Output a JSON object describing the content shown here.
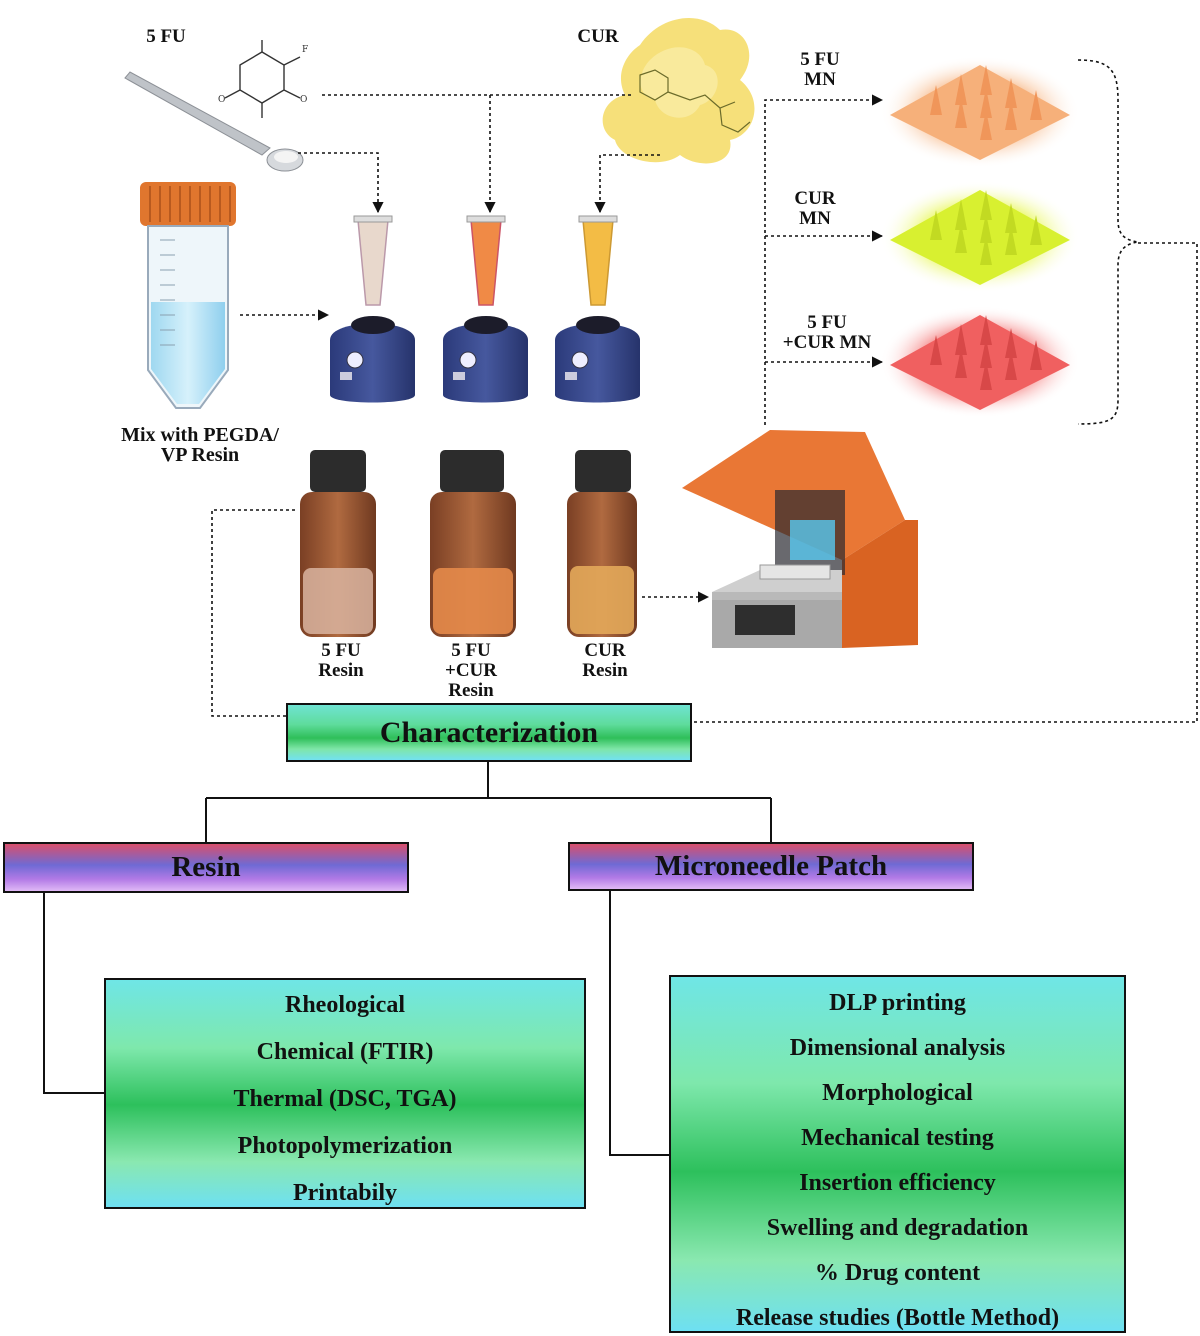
{
  "labels": {
    "five_fu": "5 FU",
    "cur": "CUR",
    "mix_line1": "Mix with PEGDA/",
    "mix_line2": "VP  Resin",
    "mn_5fu_line1": "5 FU",
    "mn_5fu_line2": "MN",
    "mn_cur_line1": "CUR",
    "mn_cur_line2": "MN",
    "mn_combo_line1": "5 FU",
    "mn_combo_line2": "+CUR MN",
    "resin_5fu_line1": "5 FU",
    "resin_5fu_line2": "Resin",
    "resin_combo_line1": "5 FU",
    "resin_combo_line2": "+CUR",
    "resin_combo_line3": "Resin",
    "resin_cur_line1": "CUR",
    "resin_cur_line2": "Resin"
  },
  "characterization": "Characterization",
  "branches": {
    "resin": {
      "title": "Resin",
      "items": [
        "Rheological",
        "Chemical  (FTIR)",
        "Thermal (DSC, TGA)",
        "Photopolymerization",
        "Printabily"
      ]
    },
    "patch": {
      "title": "Microneedle Patch",
      "items": [
        "DLP printing",
        "Dimensional analysis",
        "Morphological",
        "Mechanical testing",
        "Insertion efficiency",
        "Swelling and degradation",
        "% Drug content",
        "Release studies (Bottle Method)"
      ]
    }
  },
  "colors": {
    "mn_5fu": "#f6b07a",
    "mn_cur": "#d8f030",
    "mn_combo": "#f06060",
    "vial_5fu": "#d9b4a0",
    "vial_combo": "#e4894a",
    "vial_cur": "#e3a95a",
    "printer_orange": "#e8702a"
  },
  "icons": [
    "spatula-icon",
    "chemical-structure-icon",
    "curcumin-powder-icon",
    "falcon-tube-icon",
    "vortex-mixer-icon",
    "resin-bottle-icon",
    "microneedle-patch-icon",
    "dlp-printer-icon"
  ]
}
